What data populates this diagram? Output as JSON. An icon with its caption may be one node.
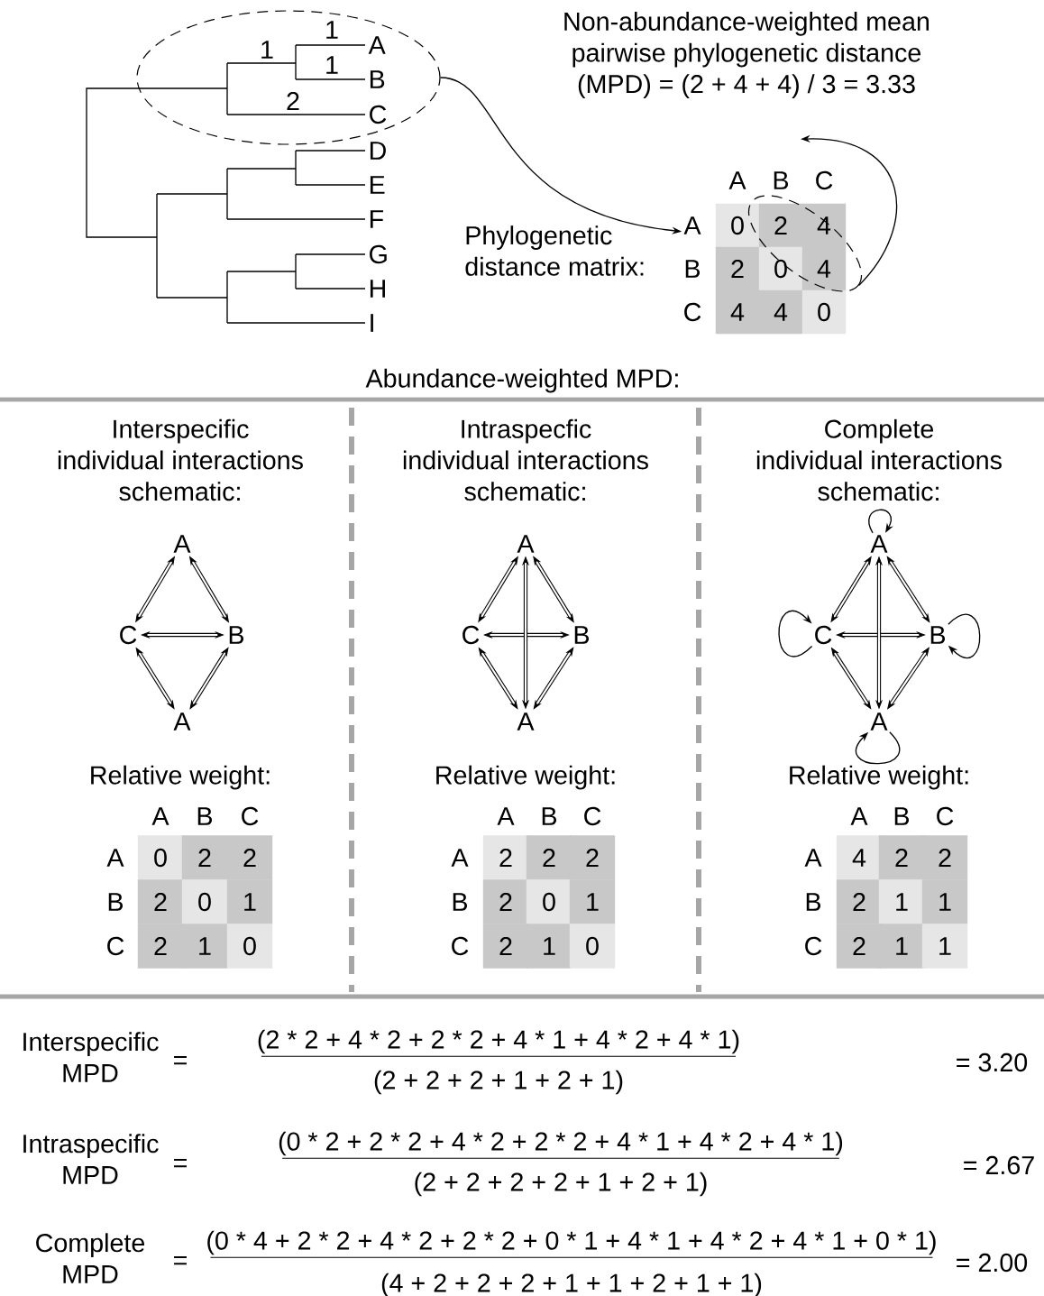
{
  "diagram": {
    "nodes": [
      {
        "text": [],
        "shape": "ellipse"
      },
      {
        "text": [
          "Non-abundance-weighted mean pairwise phylogenetic distance (MPD) = (2 + 4 + 4) / 3 = 3.33"
        ]
      },
      {
        "text": [
          "A"
        ]
      },
      {
        "text": [],
        "shape": "ellipse"
      },
      {
        "text": [
          "A"
        ]
      },
      {
        "text": [
          "C"
        ]
      },
      {
        "text": [
          "B"
        ]
      },
      {
        "text": [
          "A"
        ]
      },
      {
        "text": [
          "A"
        ]
      },
      {
        "text": [
          "C"
        ]
      },
      {
        "text": [
          "B"
        ]
      },
      {
        "text": [
          "A"
        ]
      },
      {
        "text": [
          "A"
        ]
      },
      {
        "text": [
          "C"
        ]
      },
      {
        "text": [
          "B"
        ]
      },
      {
        "text": [
          "A"
        ]
      }
    ],
    "edges": [
      {
        "from": 0,
        "to": 2,
        "arrow": "to"
      },
      {
        "from": 3,
        "to": 1,
        "arrow": "to"
      },
      {
        "from": 4,
        "to": 5,
        "arrow": "both"
      },
      {
        "from": 4,
        "to": 6,
        "arrow": "both"
      },
      {
        "from": 5,
        "to": 6,
        "arrow": "both"
      },
      {
        "from": 5,
        "to": 7,
        "arrow": "both"
      },
      {
        "from": 6,
        "to": 7,
        "arrow": "both"
      },
      {
        "from": 8,
        "to": 9,
        "arrow": "both"
      },
      {
        "from": 8,
        "to": 10,
        "arrow": "both"
      },
      {
        "from": 9,
        "to": 10,
        "arrow": "both"
      },
      {
        "from": 9,
        "to": 11,
        "arrow": "both"
      },
      {
        "from": 10,
        "to": 11,
        "arrow": "both"
      },
      {
        "from": 8,
        "to": 11,
        "arrow": "both"
      },
      {
        "from": 12,
        "to": 13,
        "arrow": "both"
      },
      {
        "from": 12,
        "to": 14,
        "arrow": "both"
      },
      {
        "from": 13,
        "to": 14,
        "arrow": "both"
      },
      {
        "from": 13,
        "to": 15,
        "arrow": "both"
      },
      {
        "from": 14,
        "to": 15,
        "arrow": "both"
      },
      {
        "from": 12,
        "to": 15,
        "arrow": "both"
      },
      {
        "from": 12,
        "to": 12,
        "arrow": "to"
      },
      {
        "from": 13,
        "to": 13,
        "arrow": "to"
      },
      {
        "from": 14,
        "to": 14,
        "arrow": "to"
      },
      {
        "from": 15,
        "to": 15,
        "arrow": "to"
      }
    ],
    "labels": [
      "1",
      "1",
      "A",
      "1",
      "B",
      "2",
      "C",
      "D",
      "E",
      "F",
      "G",
      "H",
      "I",
      "A",
      "B",
      "C",
      "Phylogenetic distance matrix:",
      "0",
      "2",
      "4",
      "B",
      "2",
      "0",
      "4",
      "C",
      "4",
      "4",
      "0",
      "Abundance-weighted MPD:",
      "Interspecific individual interactions schematic:",
      "Intraspecfic individual interactions schematic:",
      "Complete individual interactions schematic:",
      "Relative weight:",
      "Relative weight:",
      "Relative weight:",
      "A",
      "B",
      "C",
      "A",
      "0",
      "2",
      "2",
      "B",
      "2",
      "0",
      "1",
      "C",
      "2",
      "1",
      "0",
      "A",
      "B",
      "C",
      "A",
      "2",
      "2",
      "2",
      "B",
      "2",
      "0",
      "1",
      "C",
      "2",
      "1",
      "0",
      "A",
      "B",
      "C",
      "A",
      "4",
      "2",
      "2",
      "B",
      "2",
      "1",
      "1",
      "C",
      "2",
      "1",
      "1",
      "Interspecific MPD",
      "=",
      "(2 * 2 + 4 * 2 + 2 * 2 + 4 * 1 + 4 * 2 + 4 * 1)",
      "(2 + 2 + 2 + 1 + 2 + 1)",
      "= 3.20",
      "Intraspecific MPD",
      "=",
      "(0 * 2 + 2 * 2 + 4 * 2 + 2 * 2 + 4 * 1 + 4 * 2 + 4 * 1)",
      "(2 + 2 + 2 + 2 + 1 + 2 + 1)",
      "= 2.67",
      "Complete MPD",
      "=",
      "(0 * 4 + 2 * 2 + 4 * 2 + 2 * 2 + 0 * 1 + 4 * 1 + 4 * 2 + 4 * 1 + 0 * 1)",
      "(4 + 2 + 2 + 2 + 1 + 1 + 2 + 1 + 1)",
      "= 2.00"
    ]
  }
}
